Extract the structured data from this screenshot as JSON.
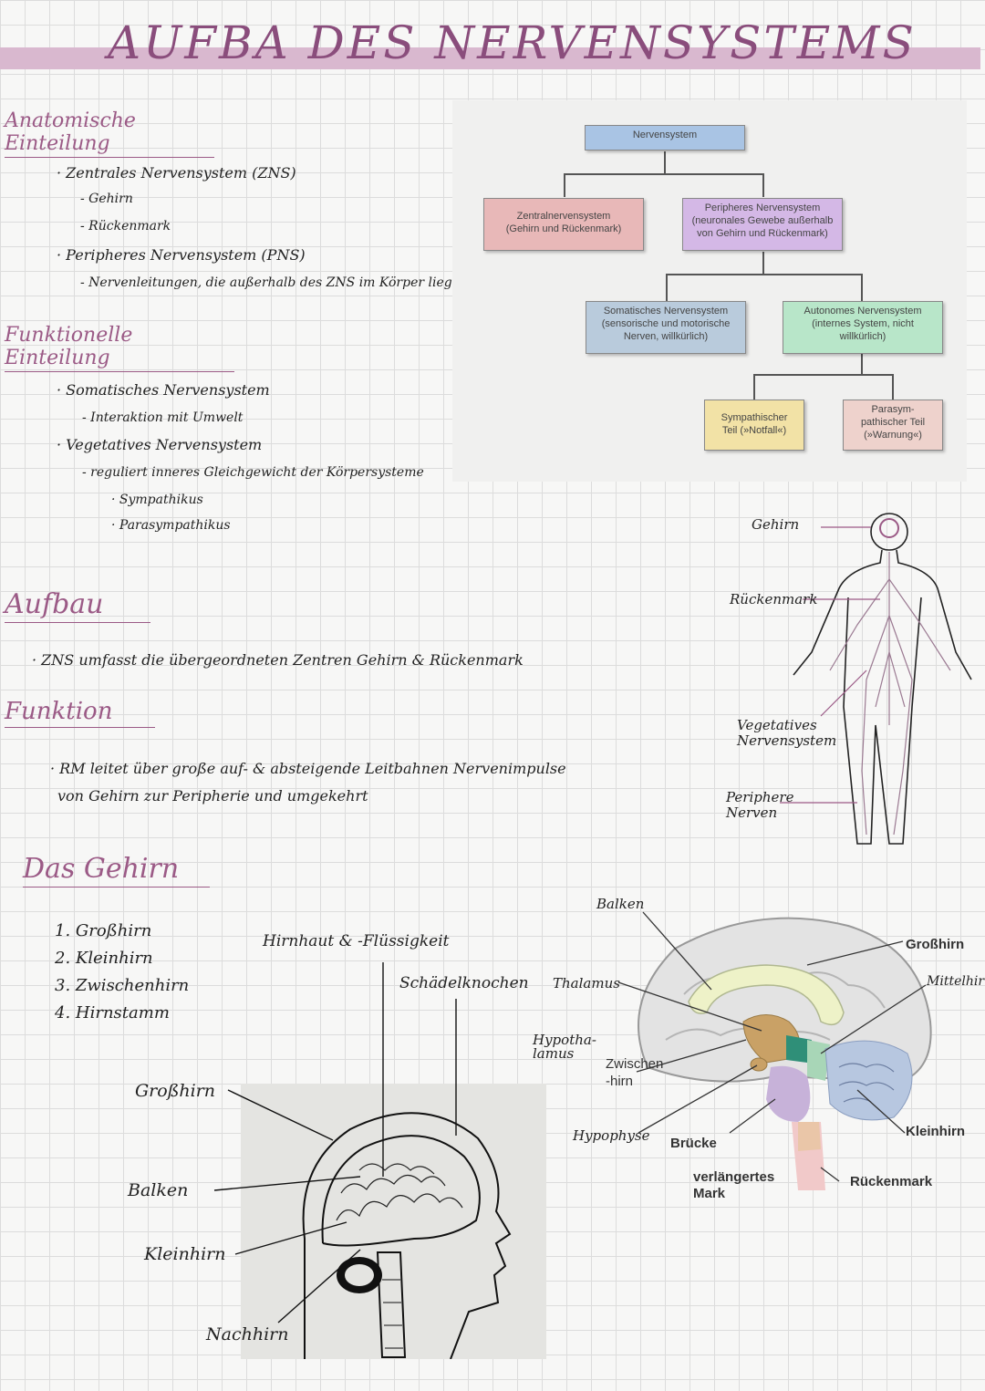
{
  "title": "AUFBA DES NERVENSYSTEMS",
  "anatomical": {
    "heading": "Anatomische Einteilung",
    "items": [
      "Zentrales Nervensystem (ZNS)",
      "- Gehirn",
      "- Rückenmark",
      "Peripheres Nervensystem (PNS)",
      "- Nervenleitungen, die außerhalb des ZNS im Körper liegen"
    ]
  },
  "functional": {
    "heading": "Funktionelle Einteilung",
    "items": [
      "Somatisches Nervensystem",
      "- Interaktion mit Umwelt",
      "Vegetatives Nervensystem",
      "- reguliert inneres Gleichgewicht der Körpersysteme",
      "· Sympathikus",
      "· Parasympathikus"
    ]
  },
  "aufbau": {
    "heading": "Aufbau",
    "text": "ZNS umfasst die übergeordneten Zentren Gehirn & Rückenmark"
  },
  "funktion": {
    "heading": "Funktion",
    "text1": "RM leitet über große auf- & absteigende Leitbahnen Nervenimpulse",
    "text2": "von Gehirn zur Peripherie und umgekehrt"
  },
  "gehirn": {
    "heading": "Das Gehirn",
    "items": [
      "1. Großhirn",
      "2. Kleinhirn",
      "3. Zwischenhirn",
      "4. Hirnstamm"
    ]
  },
  "flowchart": {
    "root": "Nervensystem",
    "zns": "Zentralnervensystem\n(Gehirn und Rückenmark)",
    "pns": "Peripheres Nervensystem\n(neuronales Gewebe außerhalb\nvon Gehirn und Rückenmark)",
    "somatic": "Somatisches Nervensystem\n(sensorische und motorische\nNerven, willkürlich)",
    "autonomic": "Autonomes Nervensystem\n(internes System, nicht\nwillkürlich)",
    "sympathetic": "Sympathischer\nTeil (»Notfall«)",
    "parasympathetic": "Parasym-\npathischer Teil\n(»Warnung«)",
    "colors": {
      "root": "#a9c4e4",
      "zns": "#e8b8b8",
      "pns": "#d4b8e6",
      "somatic": "#b9cbdc",
      "autonomic": "#b8e6c9",
      "sympathetic": "#f2e2a6",
      "parasympathetic": "#eed2cc"
    }
  },
  "body_labels": {
    "brain": "Gehirn",
    "spinal": "Rückenmark",
    "vegetative": "Vegetatives\nNervensystem",
    "peripheral": "Periphere\nNerven"
  },
  "sketch_labels": {
    "meninges": "Hirnhaut & -Flüssigkeit",
    "skull": "Schädelknochen",
    "cerebrum": "Großhirn",
    "corpus": "Balken",
    "cerebellum": "Kleinhirn",
    "medulla": "Nachhirn"
  },
  "anatomy_labels": {
    "corpus": "Balken",
    "thalamus": "Thalamus",
    "hypothalamus": "Hypotha-\nlamus",
    "diencephalon": "Zwischen\n-hirn",
    "pituitary": "Hypophyse",
    "pons": "Brücke",
    "medulla": "verlängertes\nMark",
    "cerebrum": "Großhirn",
    "midbrain": "Mittelhirn",
    "cerebellum": "Kleinhirn",
    "spinal": "Rückenmark"
  }
}
